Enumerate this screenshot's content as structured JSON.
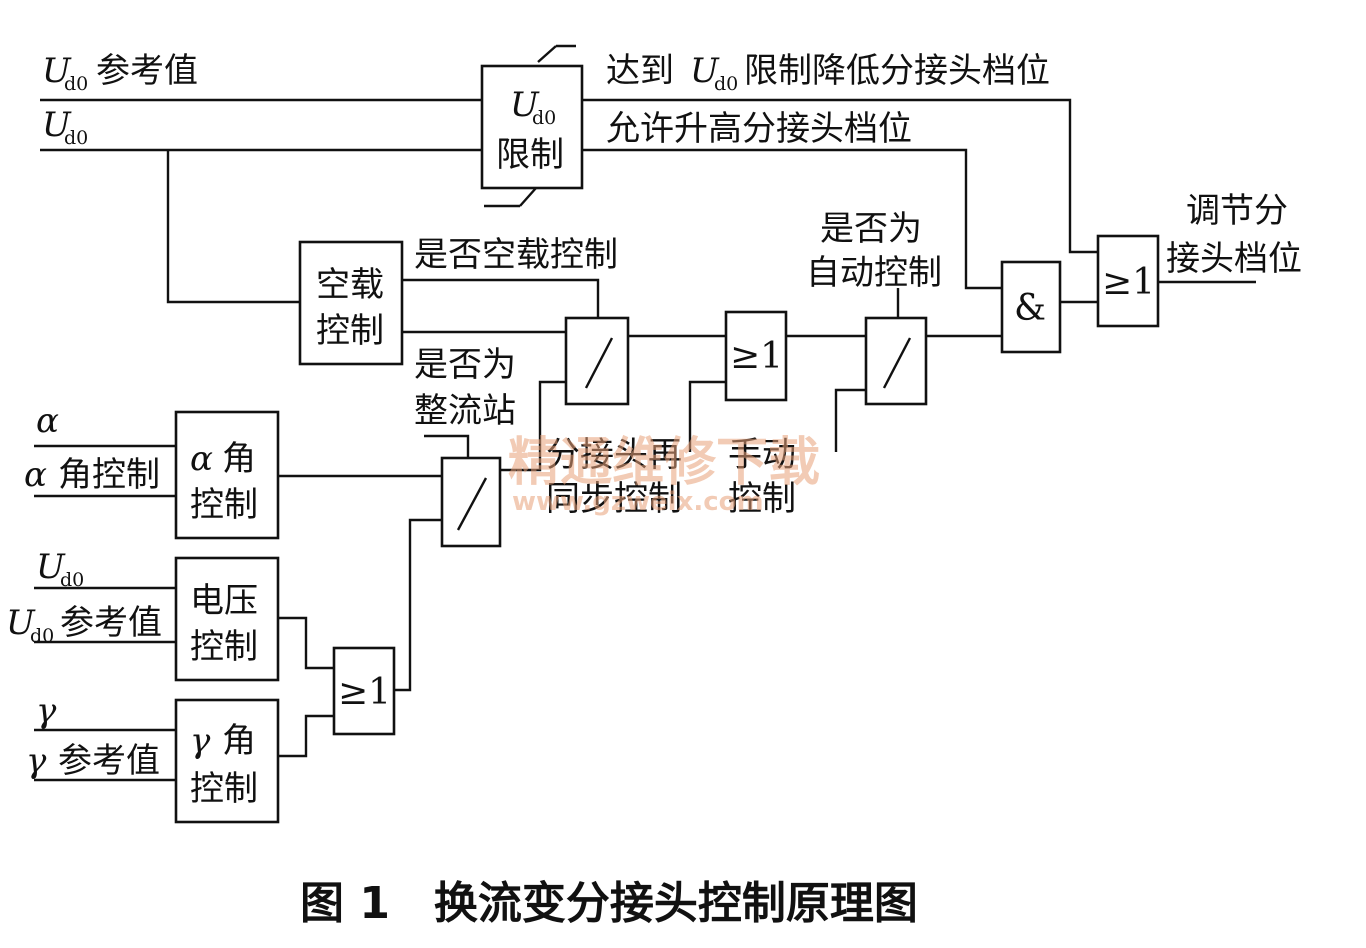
{
  "inputs": {
    "ud0_ref": "U_d0 参考值",
    "ud0": "U_d0",
    "alpha": "α",
    "alpha_ctrl": "α 角控制",
    "ud0_b": "U_d0",
    "ud0_ref_b": "U_d0 参考值",
    "gamma": "γ",
    "gamma_ref": "γ 参考值"
  },
  "symbols": {
    "U": "U",
    "d0": "d0",
    "alpha": "α",
    "gamma": "γ"
  },
  "blocks": {
    "ud0_limit_l2": "限制",
    "noload_l1": "空载",
    "noload_l2": "控制",
    "alpha_l1": "角",
    "alpha_l2": "控制",
    "voltage_l1": "电压",
    "voltage_l2": "控制",
    "gamma_l1": "角",
    "gamma_l2": "控制"
  },
  "gates": {
    "or": "≥1",
    "and": "&"
  },
  "signals": {
    "limit_reached_a": "达到",
    "limit_reached_b": "限制降低分接头档位",
    "allow_raise": "允许升高分接头档位",
    "is_noload": "是否空载控制",
    "is_rectifier_l1": "是否为",
    "is_rectifier_l2": "整流站",
    "is_auto_l1": "是否为",
    "is_auto_l2": "自动控制",
    "tap_sync_l1": "分接头再",
    "tap_sync_l2": "同步控制",
    "manual_l1": "手动",
    "manual_l2": "控制",
    "output_l1": "调节分",
    "output_l2": "接头档位"
  },
  "watermark": {
    "text": "精通维修下载",
    "url": "www.gzweix.com"
  },
  "caption": "图 1　换流变分接头控制原理图"
}
